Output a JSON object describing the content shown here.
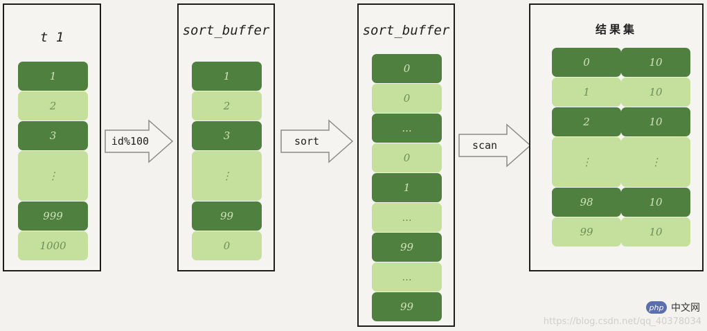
{
  "panels": [
    {
      "title": "t 1",
      "cells": [
        {
          "t": "1",
          "s": "dark"
        },
        {
          "t": "2",
          "s": "light"
        },
        {
          "t": "3",
          "s": "dark"
        },
        {
          "t": "⋮",
          "s": "light"
        },
        {
          "t": "999",
          "s": "dark"
        },
        {
          "t": "1000",
          "s": "light"
        }
      ]
    },
    {
      "title": "sort_buffer",
      "cells": [
        {
          "t": "1",
          "s": "dark"
        },
        {
          "t": "2",
          "s": "light"
        },
        {
          "t": "3",
          "s": "dark"
        },
        {
          "t": "⋮",
          "s": "light"
        },
        {
          "t": "99",
          "s": "dark"
        },
        {
          "t": "0",
          "s": "light"
        }
      ]
    },
    {
      "title": "sort_buffer",
      "cells": [
        {
          "t": "0",
          "s": "dark"
        },
        {
          "t": "0",
          "s": "light"
        },
        {
          "t": "...",
          "s": "dark"
        },
        {
          "t": "0",
          "s": "light"
        },
        {
          "t": "1",
          "s": "dark"
        },
        {
          "t": "...",
          "s": "light"
        },
        {
          "t": "99",
          "s": "dark"
        },
        {
          "t": "...",
          "s": "light"
        },
        {
          "t": "99",
          "s": "dark"
        }
      ]
    },
    {
      "title": "结果集",
      "rows": [
        {
          "a": "0",
          "b": "10",
          "s": "dark"
        },
        {
          "a": "1",
          "b": "10",
          "s": "light"
        },
        {
          "a": "2",
          "b": "10",
          "s": "dark"
        },
        {
          "a": "⋮",
          "b": "⋮",
          "s": "light"
        },
        {
          "a": "98",
          "b": "10",
          "s": "dark"
        },
        {
          "a": "99",
          "b": "10",
          "s": "light"
        }
      ]
    }
  ],
  "arrows": [
    {
      "label": "id%100"
    },
    {
      "label": "sort"
    },
    {
      "label": "scan"
    }
  ],
  "watermark": {
    "logo": "php",
    "site": "中文网",
    "url": "https://blog.csdn.net/qq_40378034"
  },
  "colors": {
    "dark": "#4f8040",
    "light": "#c5df9c"
  }
}
